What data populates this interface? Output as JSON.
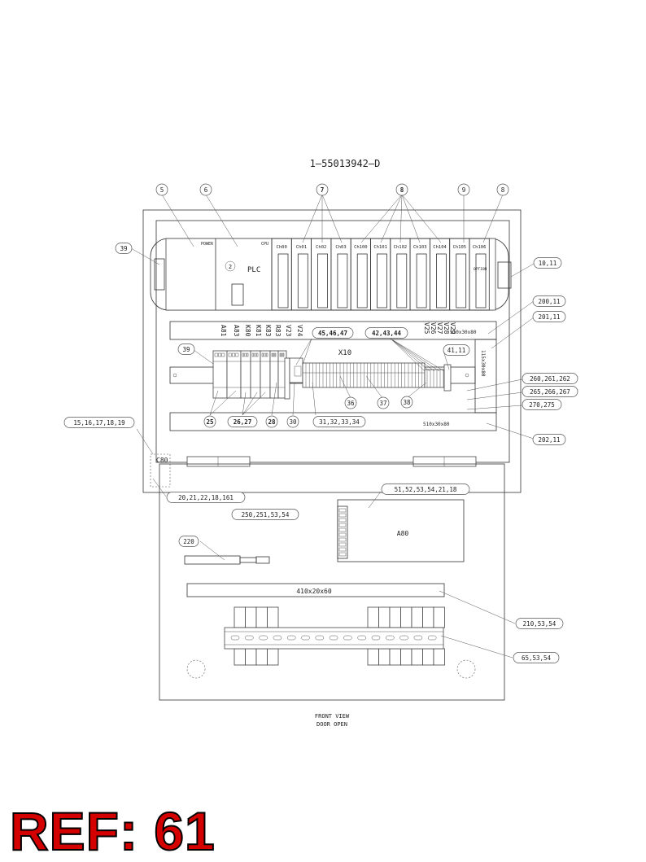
{
  "drawing": {
    "title": "1—55013942—D",
    "view_caption": [
      "FRONT VIEW",
      "DOOR OPEN"
    ],
    "plc": {
      "label": "PLC",
      "sub": "2",
      "power": "POWER",
      "cpu": "CPU",
      "option": "OPTION",
      "channels": [
        "Ch00",
        "Ch01",
        "Ch02",
        "Ch03",
        "Ch100",
        "Ch101",
        "Ch102",
        "Ch103",
        "Ch104",
        "Ch105",
        "Ch106"
      ]
    },
    "terminal_block": "X10",
    "mount_plate": "A80",
    "c80": "C80",
    "duct_upper": "510x30x80",
    "duct_lower": "510x30x80",
    "duct_side": "115x30x80",
    "duct_door": "410x20x60",
    "breaker_labels": [
      "A81",
      "A83",
      "K80",
      "K81",
      "K83",
      "R83",
      "V23",
      "V24"
    ],
    "valve_labels": [
      "V25",
      "V26",
      "V27",
      "V28",
      "V29"
    ],
    "callouts": {
      "c5": "5",
      "c6": "6",
      "c7": "7",
      "c8a": "8",
      "c9": "9",
      "c8b": "8",
      "c39a": "39",
      "c10_11": "10,11",
      "c200_11": "200,11",
      "c201_11": "201,11",
      "c45": "45,46,47",
      "c42": "42,43,44",
      "c41_11": "41,11",
      "c39b": "39",
      "c260": "260,261,262",
      "c265": "265,266,267",
      "c270": "270,275",
      "c25": "25",
      "c26_27": "26,27",
      "c28": "28",
      "c30": "30",
      "c31": "31,32,33,34",
      "c36": "36",
      "c37": "37",
      "c38": "38",
      "c15": "15,16,17,18,19",
      "c202_11": "202,11",
      "c20": "20,21,22,18,161",
      "c51": "51,52,53,54,21,18",
      "c250": "250,251,53,54",
      "c220": "220",
      "c210": "210,53,54",
      "c65": "65,53,54"
    }
  },
  "ref_label": "REF: 61"
}
